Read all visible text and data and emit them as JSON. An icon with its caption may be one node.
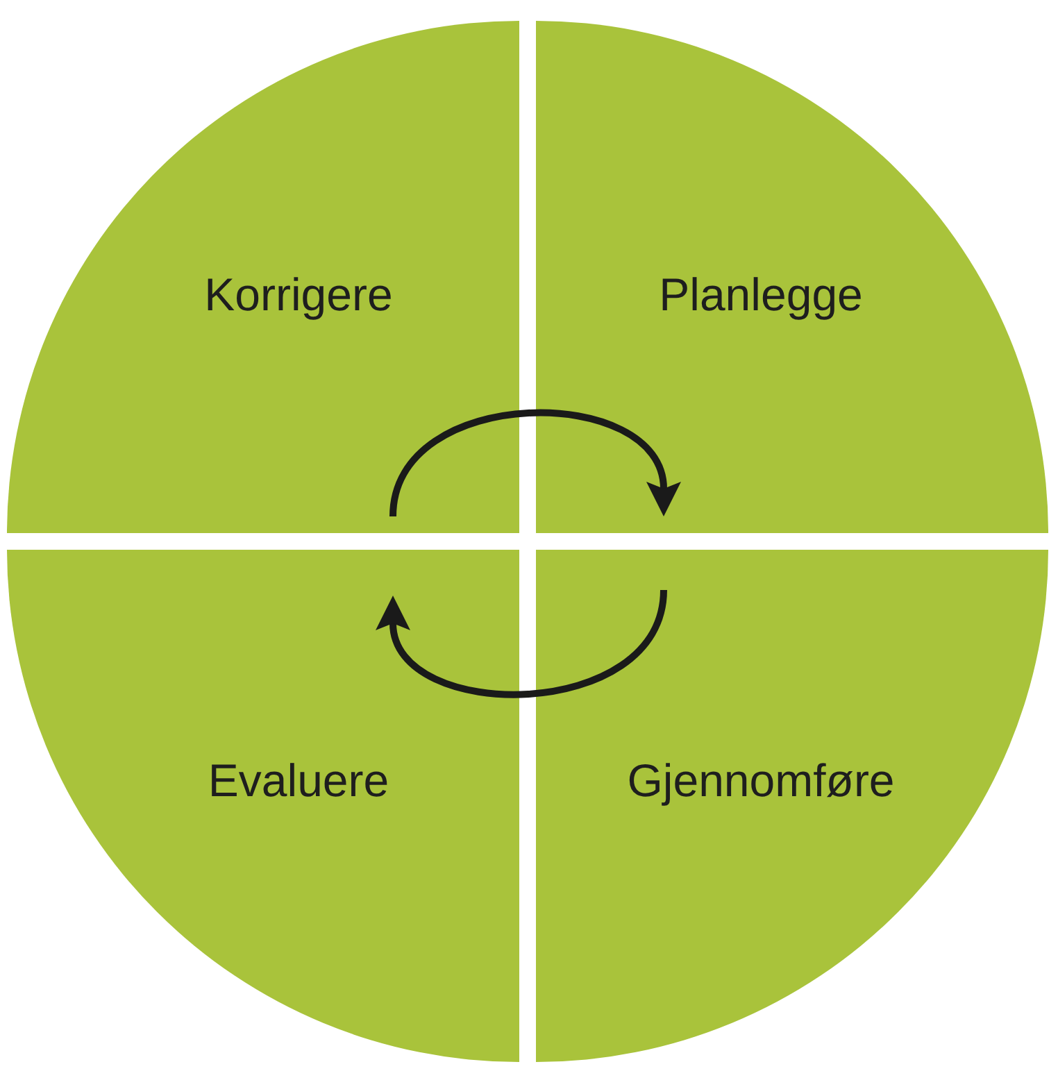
{
  "diagram": {
    "nodes": [
      {
        "text": [
          "Korrigere"
        ]
      },
      {
        "text": [
          "Planlegge"
        ]
      },
      {
        "text": [
          "Evaluere"
        ]
      },
      {
        "text": [
          "Gjennomføre"
        ]
      }
    ],
    "edges": [
      {
        "from": 0,
        "to": 1,
        "arrow": "to"
      },
      {
        "from": 3,
        "to": 2,
        "arrow": "to"
      }
    ]
  }
}
